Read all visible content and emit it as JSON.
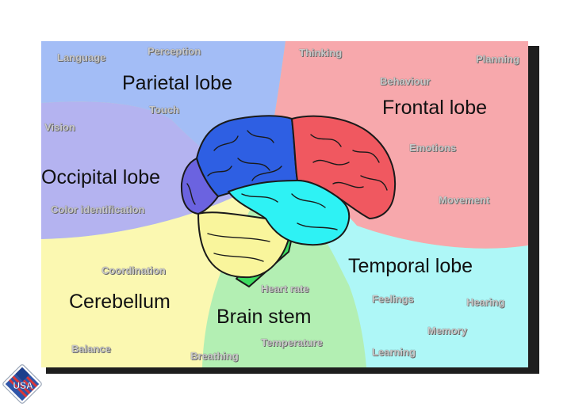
{
  "colors": {
    "parietal": "#a3bdf6",
    "frontal": "#f7a8ac",
    "occipital": "#b4b3f0",
    "cerebellum": "#fbf8b1",
    "brain_stem": "#b3efb3",
    "temporal": "#aef7f7",
    "brain_blue": "#2e5fe3",
    "brain_red": "#f05860",
    "brain_cyan": "#2ef2f4",
    "brain_purple": "#6b63e0",
    "brain_yellow": "#f9f59c",
    "brain_green": "#3ddc60"
  },
  "lobes": {
    "parietal": "Parietal lobe",
    "frontal": "Frontal lobe",
    "occipital": "Occipital lobe",
    "temporal": "Temporal lobe",
    "cerebellum": "Cerebellum",
    "brain_stem": "Brain stem"
  },
  "functions": {
    "language": "Language",
    "perception": "Perception",
    "touch": "Touch",
    "vision": "Vision",
    "color_identification": "Color identification",
    "thinking": "Thinking",
    "planning": "Planning",
    "behaviour": "Behaviour",
    "emotions": "Emotions",
    "movement": "Movement",
    "coordination": "Coordination",
    "balance": "Balance",
    "heart_rate": "Heart rate",
    "breathing": "Breathing",
    "temperature": "Temperature",
    "feelings": "Feelings",
    "hearing": "Hearing",
    "memory": "Memory",
    "learning": "Learning"
  },
  "badge": {
    "icon": "usa-flag-icon",
    "label": "USA"
  }
}
